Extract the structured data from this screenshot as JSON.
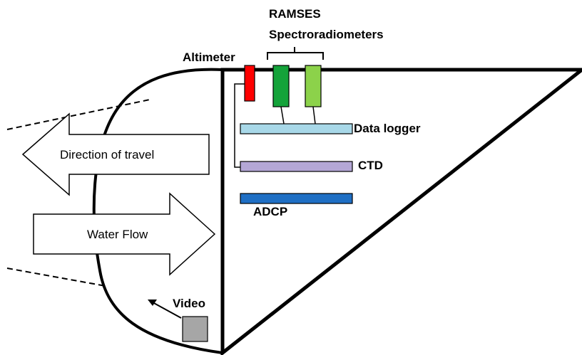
{
  "labels": {
    "ramses_line1": "RAMSES",
    "ramses_line2": "Spectroradiometers",
    "altimeter": "Altimeter",
    "data_logger": "Data logger",
    "ctd": "CTD",
    "adcp": "ADCP",
    "video": "Video",
    "direction_of_travel": "Direction of travel",
    "water_flow": "Water Flow"
  },
  "colors": {
    "altimeter": "#ff0000",
    "spectro_1": "#14a33a",
    "spectro_2": "#8cd24a",
    "data_logger": "#a8d8e8",
    "ctd": "#b4a7d6",
    "adcp": "#1f6fc4",
    "video": "#a6a6a6"
  }
}
